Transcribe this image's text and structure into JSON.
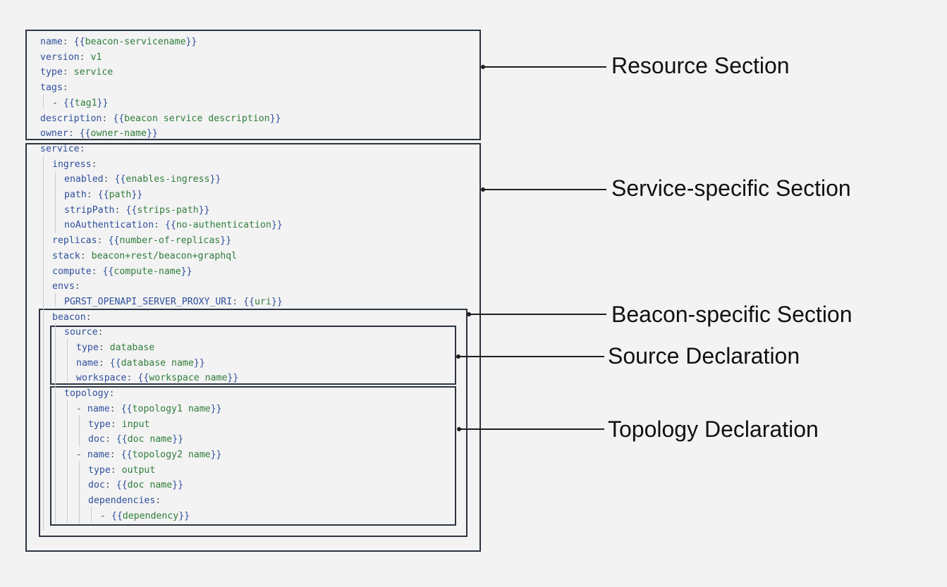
{
  "code_lines": [
    {
      "indent": 0,
      "dash": false,
      "key": "name",
      "value": "{{beacon-servicename}}"
    },
    {
      "indent": 0,
      "dash": false,
      "key": "version",
      "value": "v1"
    },
    {
      "indent": 0,
      "dash": false,
      "key": "type",
      "value": "service"
    },
    {
      "indent": 0,
      "dash": false,
      "key": "tags",
      "value": ""
    },
    {
      "indent": 1,
      "dash": true,
      "key": "",
      "value": "{{tag1}}"
    },
    {
      "indent": 0,
      "dash": false,
      "key": "description",
      "value": "{{beacon service description}}"
    },
    {
      "indent": 0,
      "dash": false,
      "key": "owner",
      "value": "{{owner-name}}"
    },
    {
      "indent": 0,
      "dash": false,
      "key": "service",
      "value": ""
    },
    {
      "indent": 1,
      "dash": false,
      "key": "ingress",
      "value": ""
    },
    {
      "indent": 2,
      "dash": false,
      "key": "enabled",
      "value": "{{enables-ingress}}"
    },
    {
      "indent": 2,
      "dash": false,
      "key": "path",
      "value": "{{path}}"
    },
    {
      "indent": 2,
      "dash": false,
      "key": "stripPath",
      "value": "{{strips-path}}"
    },
    {
      "indent": 2,
      "dash": false,
      "key": "noAuthentication",
      "value": "{{no-authentication}}"
    },
    {
      "indent": 1,
      "dash": false,
      "key": "replicas",
      "value": "{{number-of-replicas}}"
    },
    {
      "indent": 1,
      "dash": false,
      "key": "stack",
      "value": "beacon+rest/beacon+graphql"
    },
    {
      "indent": 1,
      "dash": false,
      "key": "compute",
      "value": "{{compute-name}}"
    },
    {
      "indent": 1,
      "dash": false,
      "key": "envs",
      "value": ""
    },
    {
      "indent": 2,
      "dash": false,
      "key": "PGRST_OPENAPI_SERVER_PROXY_URI",
      "value": "{{uri}}"
    },
    {
      "indent": 1,
      "dash": false,
      "key": "beacon",
      "value": ""
    },
    {
      "indent": 2,
      "dash": false,
      "key": "source",
      "value": ""
    },
    {
      "indent": 3,
      "dash": false,
      "key": "type",
      "value": "database"
    },
    {
      "indent": 3,
      "dash": false,
      "key": "name",
      "value": "{{database name}}"
    },
    {
      "indent": 3,
      "dash": false,
      "key": "workspace",
      "value": "{{workspace name}}"
    },
    {
      "indent": 2,
      "dash": false,
      "key": "topology",
      "value": ""
    },
    {
      "indent": 3,
      "dash": true,
      "key": "name",
      "value": "{{topology1 name}}"
    },
    {
      "indent": 4,
      "dash": false,
      "key": "type",
      "value": "input"
    },
    {
      "indent": 4,
      "dash": false,
      "key": "doc",
      "value": "{{doc name}}"
    },
    {
      "indent": 3,
      "dash": true,
      "key": "name",
      "value": "{{topology2 name}}"
    },
    {
      "indent": 4,
      "dash": false,
      "key": "type",
      "value": "output"
    },
    {
      "indent": 4,
      "dash": false,
      "key": "doc",
      "value": "{{doc name}}"
    },
    {
      "indent": 4,
      "dash": false,
      "key": "dependencies",
      "value": ""
    },
    {
      "indent": 5,
      "dash": true,
      "key": "",
      "value": "{{dependency}}"
    }
  ],
  "labels": {
    "resource": "Resource Section",
    "service": "Service-specific Section",
    "beacon": "Beacon-specific Section",
    "source": "Source Declaration",
    "topology": "Topology Declaration"
  },
  "colors": {
    "key": "#2f4f9e",
    "value": "#2f7d3b",
    "border": "#2c3440",
    "background": "#f3f3f3"
  }
}
